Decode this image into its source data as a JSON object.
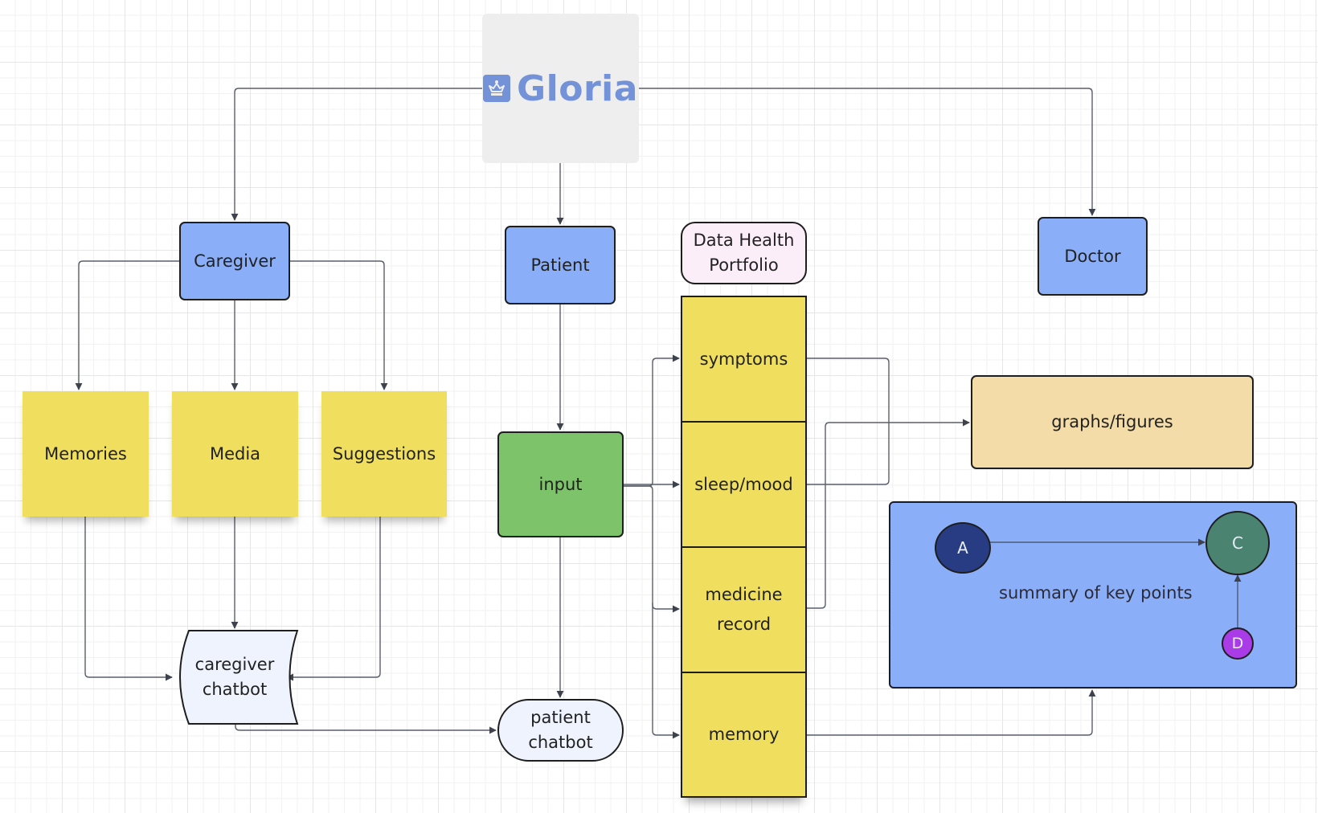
{
  "logo": {
    "brand": "Gloria",
    "icon": "crown-icon",
    "brand_color": "#7392d8"
  },
  "roles": {
    "caregiver": "Caregiver",
    "patient": "Patient",
    "doctor": "Doctor"
  },
  "caregiver_items": [
    "Memories",
    "Media",
    "Suggestions"
  ],
  "caregiver_chatbot": [
    "caregiver",
    "chatbot"
  ],
  "patient_input": "input",
  "patient_chatbot": [
    "patient",
    "chatbot"
  ],
  "portfolio": {
    "title": [
      "Data Health",
      "Portfolio"
    ],
    "sections": [
      {
        "lines": [
          "symptoms"
        ]
      },
      {
        "lines": [
          "sleep/mood"
        ]
      },
      {
        "lines": [
          "medicine",
          "record"
        ]
      },
      {
        "lines": [
          "memory"
        ]
      }
    ]
  },
  "outputs": {
    "graphs": "graphs/figures",
    "summary": {
      "label": "summary of key points",
      "nodes": {
        "a": "A",
        "c": "C",
        "d": "D"
      }
    }
  },
  "colors": {
    "role_blue": "#8aaff8",
    "sticky_yellow": "#f0df5e",
    "input_green": "#7dc36a",
    "portfolio_pink": "#fbeef8",
    "graphs_tan": "#f3dca8",
    "chatbot_fill": "#eef3fe",
    "node_a": "#273c82",
    "node_c": "#4a8370",
    "node_d": "#a93ce6",
    "connector": "#4a4f5a"
  }
}
